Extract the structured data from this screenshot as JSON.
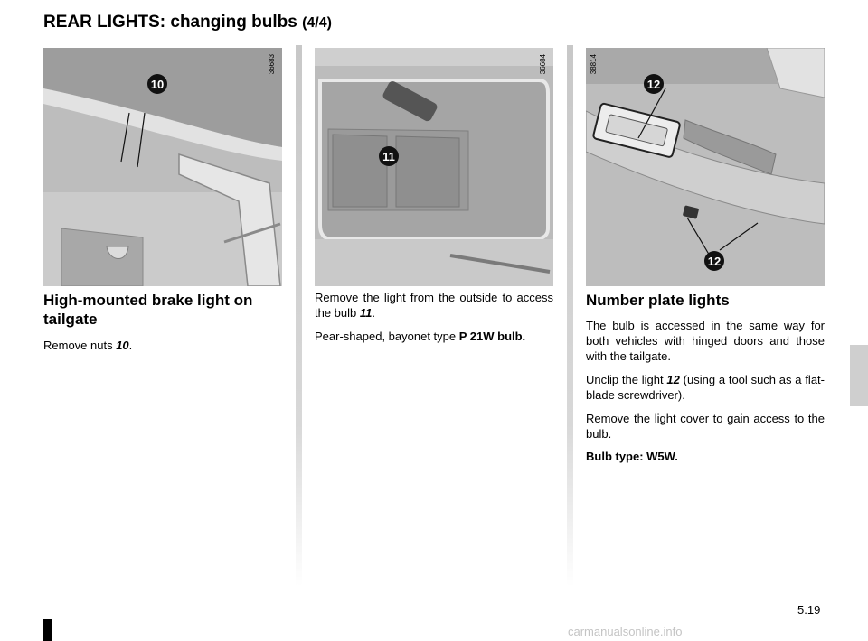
{
  "header": {
    "title": "REAR LIGHTS: changing bulbs",
    "part": "(4/4)"
  },
  "figures": [
    {
      "code": "36683",
      "callout": "10"
    },
    {
      "code": "36684",
      "callout": "11"
    },
    {
      "code": "38814",
      "callout": "12"
    }
  ],
  "col1": {
    "heading": "High-mounted brake light on tailgate",
    "p1_text": "Remove nuts ",
    "p1_ref": "10",
    "p1_end": "."
  },
  "col2": {
    "p1_text": "Remove the light from the outside to access the bulb ",
    "p1_ref": "11",
    "p1_end": ".",
    "p2_text": "Pear-shaped, bayonet type ",
    "p2_bold": "P 21W bulb."
  },
  "col3": {
    "heading": "Number plate lights",
    "p1": "The bulb is accessed in the same way for both vehicles with hinged doors and those with the tailgate.",
    "p2_text": "Unclip the light ",
    "p2_ref": "12",
    "p2_end": " (using a tool such as a flat-blade screwdriver).",
    "p3": "Remove the light cover to gain access to the bulb.",
    "p4": "Bulb type: W5W."
  },
  "footer": {
    "page_number": "5.19",
    "watermark": "carmanualsonline.info"
  }
}
